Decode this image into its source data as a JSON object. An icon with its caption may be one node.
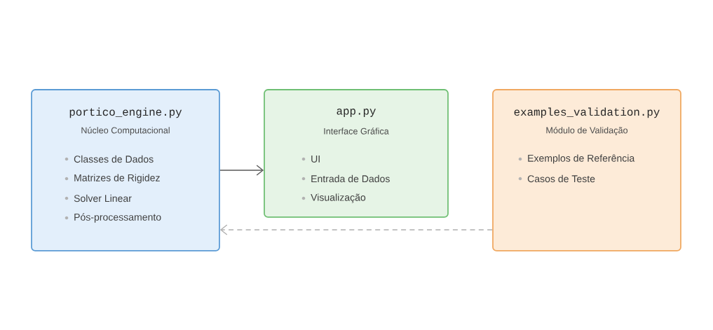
{
  "diagram": {
    "nodes": [
      {
        "text": [
          "portico_engine.py",
          "Núcleo Computacional",
          "Classes de Dados",
          "Matrizes de Rigidez",
          "Solver Linear",
          "Pós-processamento"
        ]
      },
      {
        "text": [
          "app.py",
          "Interface Gráfica",
          "UI",
          "Entrada de Dados",
          "Visualização"
        ]
      },
      {
        "text": [
          "examples_validation.py",
          "Módulo de Validação",
          "Exemplos de Referência",
          "Casos de Teste"
        ]
      }
    ],
    "edges": [
      {
        "from": 0,
        "to": 1,
        "arrow": "to"
      },
      {
        "from": 2,
        "to": 0,
        "arrow": "to",
        "style": "dashed",
        "color": "#b0b0b0"
      }
    ]
  }
}
